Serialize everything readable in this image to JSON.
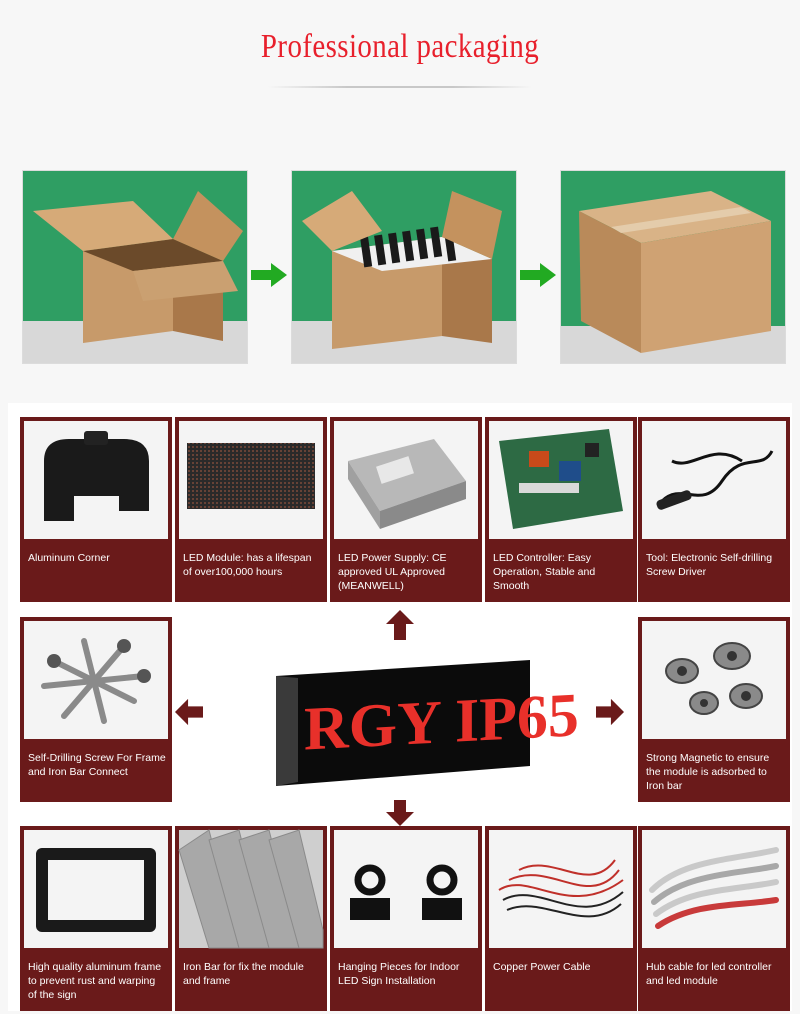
{
  "header": {
    "title": "Professional packaging"
  },
  "packaging_steps": [
    {
      "name": "open-box"
    },
    {
      "name": "box-with-modules"
    },
    {
      "name": "sealed-box"
    }
  ],
  "colors": {
    "title_red": "#e8202c",
    "card_maroon": "#6a1a1a",
    "arrow_green": "#22aa22",
    "arrow_maroon": "#6a1a1a"
  },
  "sign": {
    "text": "RGY IP65"
  },
  "components": {
    "top": [
      {
        "label": "Aluminum Corner"
      },
      {
        "label": "LED Module: has a lifespan of over100,000 hours"
      },
      {
        "label": "LED Power Supply: CE approved UL Approved (MEANWELL)"
      },
      {
        "label": "LED Controller: Easy Operation, Stable and Smooth"
      },
      {
        "label": "Tool: Electronic Self-drilling Screw Driver"
      }
    ],
    "middle": [
      {
        "label": "Self-Drilling Screw For Frame and Iron Bar Connect"
      },
      {
        "label": "Strong Magnetic to ensure the module is adsorbed to Iron bar"
      }
    ],
    "bottom": [
      {
        "label": "High quality aluminum frame to prevent rust and warping of the sign"
      },
      {
        "label": "Iron Bar for fix the module and frame"
      },
      {
        "label": "Hanging Pieces for Indoor LED Sign Installation"
      },
      {
        "label": "Copper Power Cable"
      },
      {
        "label": "Hub cable for led controller and led module"
      }
    ]
  }
}
